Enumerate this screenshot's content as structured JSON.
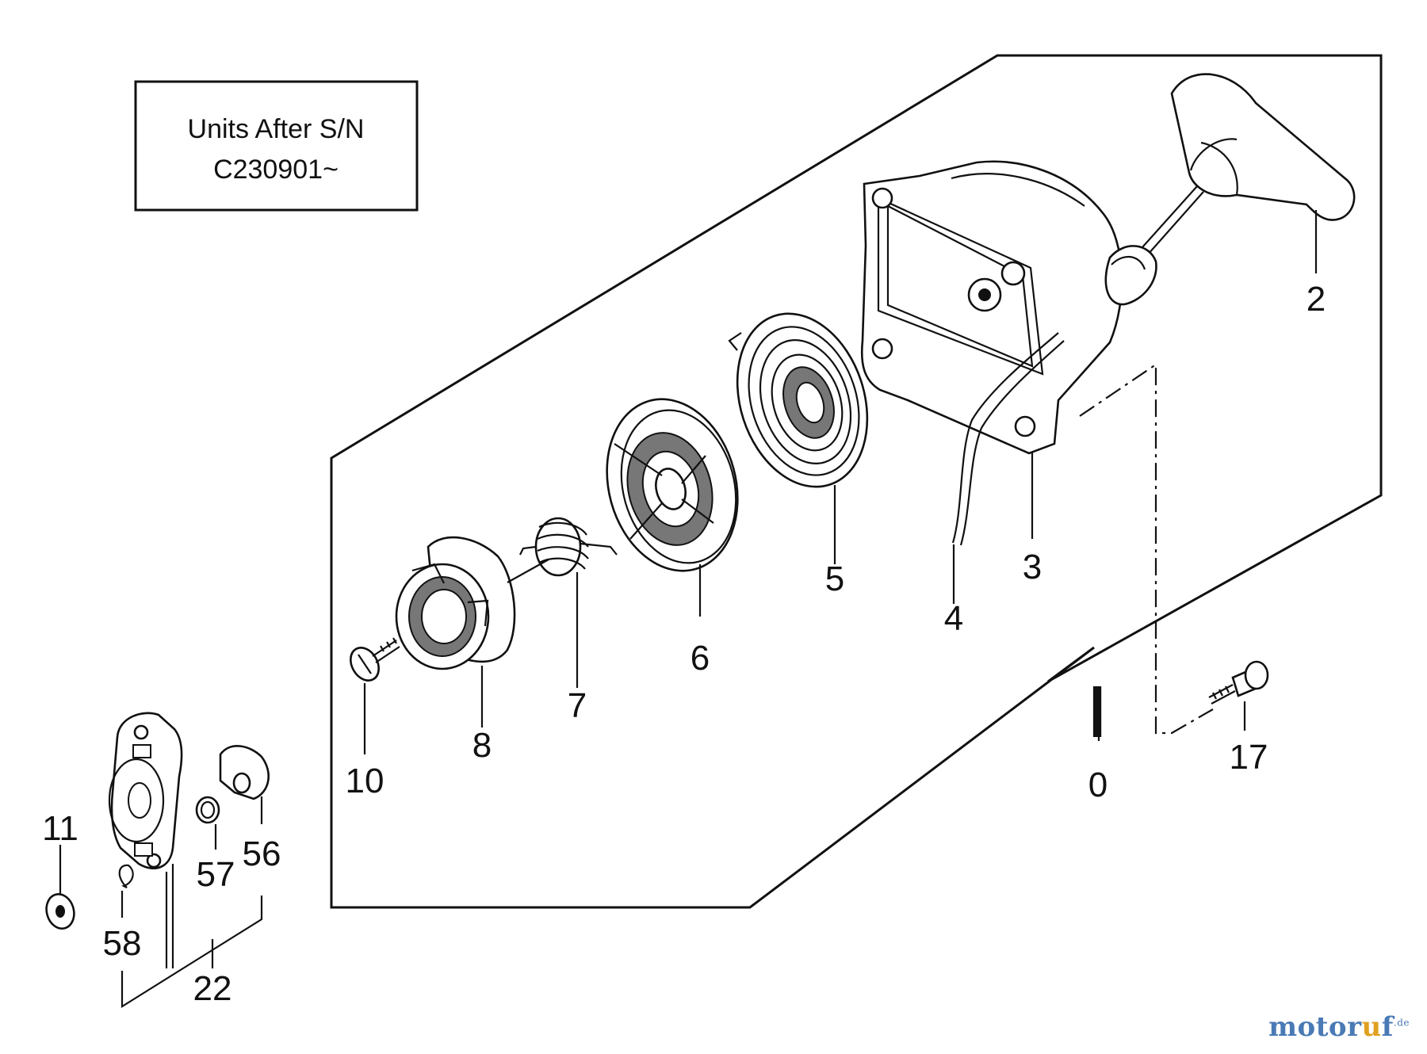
{
  "note": {
    "line1": "Units After S/N",
    "line2": "C230901~"
  },
  "labels": {
    "p0": "0",
    "p2": "2",
    "p3": "3",
    "p4": "4",
    "p5": "5",
    "p6": "6",
    "p7": "7",
    "p8": "8",
    "p10": "10",
    "p11": "11",
    "p17": "17",
    "p22": "22",
    "p56": "56",
    "p57": "57",
    "p58": "58"
  },
  "watermark": {
    "prefix": "motor",
    "accent": "u",
    "suffix": "f",
    "tld": ".de"
  }
}
